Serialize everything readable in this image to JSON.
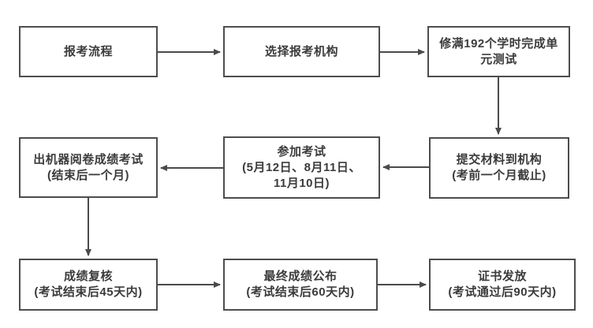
{
  "diagram": {
    "type": "flowchart",
    "colors": {
      "border": "#4d4d4d",
      "text": "#3b3b3b",
      "arrow": "#4a4a4a",
      "background": "#ffffff"
    },
    "nodes": [
      {
        "id": "application-process",
        "lines": [
          "报考流程"
        ]
      },
      {
        "id": "choose-institution",
        "lines": [
          "选择报考机构"
        ]
      },
      {
        "id": "complete-192-hours",
        "lines": [
          "修满192个学时完成单",
          "元测试"
        ]
      },
      {
        "id": "machine-scoring",
        "lines": [
          "出机器阅卷成绩考试",
          "(结束后一个月)"
        ]
      },
      {
        "id": "take-exam",
        "lines": [
          "参加考试",
          "(5月12日、8月11日、",
          "11月10日)"
        ]
      },
      {
        "id": "submit-materials",
        "lines": [
          "提交材料到机构",
          "(考前一个月截止)"
        ]
      },
      {
        "id": "score-review",
        "lines": [
          "成绩复核",
          "(考试结束后45天内)"
        ]
      },
      {
        "id": "final-score-release",
        "lines": [
          "最终成绩公布",
          "(考试结束后60天内)"
        ]
      },
      {
        "id": "certificate-issuance",
        "lines": [
          "证书发放",
          "(考试通过后90天内)"
        ]
      }
    ],
    "edges": [
      {
        "from": "application-process",
        "to": "choose-institution",
        "direction": "right"
      },
      {
        "from": "choose-institution",
        "to": "complete-192-hours",
        "direction": "right"
      },
      {
        "from": "complete-192-hours",
        "to": "submit-materials",
        "direction": "down"
      },
      {
        "from": "submit-materials",
        "to": "take-exam",
        "direction": "left"
      },
      {
        "from": "take-exam",
        "to": "machine-scoring",
        "direction": "left"
      },
      {
        "from": "machine-scoring",
        "to": "score-review",
        "direction": "down"
      },
      {
        "from": "score-review",
        "to": "final-score-release",
        "direction": "right"
      },
      {
        "from": "final-score-release",
        "to": "certificate-issuance",
        "direction": "right"
      }
    ]
  }
}
